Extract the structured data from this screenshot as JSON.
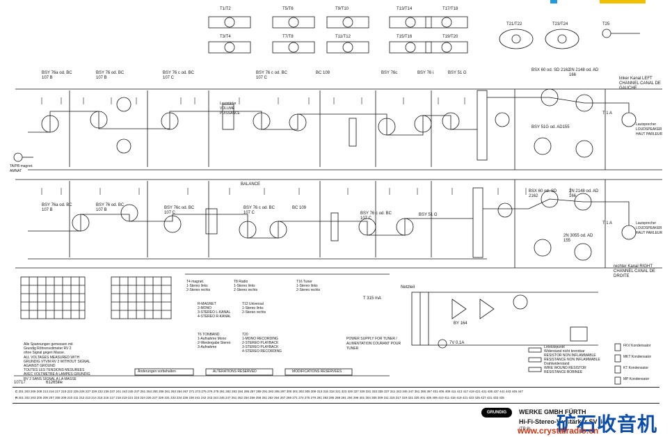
{
  "top_connectors": {
    "row1": [
      "T1/T2",
      "T5/T6",
      "T9/T10",
      "T13/T14",
      "T17/T18"
    ],
    "row2": [
      "T3/T4",
      "T7/T8",
      "T11/T12",
      "T15/T16",
      "T19/T20"
    ],
    "right": [
      "T21/T22",
      "T23/T24",
      "T25"
    ]
  },
  "transistor_labels": [
    "BSY 76a od. BC 107 B",
    "BSY 76 od. BC 107 B",
    "BSY 76 c od. BC 107 C",
    "BSY 76 c od. BC 107 C",
    "BC 109",
    "BSY 76c",
    "BSY 76 i",
    "BSY 51 G",
    "BSY 76a od. BC 107 B",
    "BSY 76 od. BC 107 B",
    "BSY 76c od. BC 107 C",
    "BSY 76 c od. BC 107 C",
    "BC 109",
    "BSY 76 c od. BC 107 C",
    "BSY 51 G"
  ],
  "output_stage": {
    "top_pair": "BSX 60 od. SD 2162",
    "top_npn": "2N 2148 od. AD 166",
    "mid": "BSY 51G od. AD155",
    "bot_pair": "BSX 60 od. SD 2162",
    "bot_npn": "2N 2148 od. AD 166",
    "bot_mid": "2N 3055 od. AD 155"
  },
  "channel_labels": {
    "left": "linker Kanal LEFT CHANNEL CANAL DE GAUCHE",
    "right": "rechter Kanal RIGHT CHANNEL CANAL DE DROITE",
    "speaker_left": "Lautsprecher LOUDSPEAKER HAUT PARLEUR",
    "speaker_right": "Lautsprecher LOUDSPEAKER HAUT PARLEUR",
    "fuse_left": "T 1 A",
    "fuse_right": "T 1 A"
  },
  "controls": {
    "volume": "Lautstärke VOLUME PUISSANCE",
    "balance": "BALANCE",
    "tape_input": "TA/PB magnet. AMNAT"
  },
  "function_table": {
    "magnet": [
      "T4 magnet.",
      "1-Stereo links",
      "2-Stereo rechts"
    ],
    "radio": [
      "T8 Radio",
      "1-Stereo links",
      "2-Stereo rechts"
    ],
    "universal": [
      "T12 Universal",
      "1-Stereo links",
      "2-Stereo rechts"
    ],
    "tuner": [
      "T16 Tuner",
      "1-Stereo links",
      "2-Stereo rechts"
    ],
    "pickup": [
      "R-MAGNET",
      "2-MONO",
      "3-STEREO L-KANAL",
      "4-STEREO R-KANAL"
    ],
    "tape": [
      "T6 TONBAND",
      "1-Aufnahme Mono",
      "2-Wiedergabe Stereo",
      "3-Aufnahme"
    ],
    "tuner_mono": [
      "T20",
      "1-MONO RECORDING",
      "2-STEREO PLAYBACK",
      "3-STEREO PLAYBACK",
      "4-STEREO RECORDING"
    ]
  },
  "table_headers": {
    "alterations": "ALTERATIONS RESERVED",
    "modifications": "MODIFICATIONS RESERVEES",
    "aenderungen": "Änderungen vorbehalten"
  },
  "power_supply": {
    "label": "POWER SUPPLY FOR TUNER / ALIMENTATION COURANT POUR TUNER",
    "transformer": "Netzteil",
    "bridge": "BY 164",
    "fuse": "T 315 mA",
    "lamp": "7V 0,1A"
  },
  "notes": [
    "Alle Spannungen gemessen mit",
    "Grundig Röhrenvoltmeter RV 2",
    "ohne Signal gegen Masse.",
    "ALL VOLTAGES MEASURED WITH",
    "GRUNDIG VTVM RV 2 WITHOUT SIGNAL",
    "AGAINST GROUND",
    "TOUTES LES TENSIONS MESUREES",
    "AVEC VOLTMETRE A LAMPES GRUNDIG",
    "RV 2 SANS SIGNAL A LA MASSE"
  ],
  "component_legend": [
    "Lötstützpunkt",
    "Widerstand nicht brennbar",
    "RESISTOR NON INFLAMMABLE",
    "RESISTANCE NON INFLAMMABLE",
    "Drahtwiderstand",
    "WIRE WOUND RESISTOR",
    "RESISTANCE BOBINEE",
    "FKV Kondensator",
    "MKT Kondensator",
    "KT Kondensator",
    "MP Kondensator"
  ],
  "reference_strip": {
    "row1_label": "C",
    "row1": "201 203 205 208 213 216 217 219 222 225 226 227 229 232 235 237 241 243 245 247 251 253 255 258 261 263 264 267 271 273 275 276 279 281 282 283 284 286 287 289 291 293 295 297 300 301 303 305 308 313 315 318 321 323 325 327 329 331 333 335 337 341 343 345 347 351 355 357 401 405 409 411 413 417 419 421 431 435 437 441 443 445 447",
    "row2_label": "R",
    "row2": "201 202 203 205 206 207 208 209 210 211 212 213 214 215 216 217 218 219 221 223 224 226 227 229 231 233 234 236 238 241 242 243 244 245 247 251 252 254 256 258 261 262 264 267 268 271 274 276 279 281 283 285 288 291 294 296 301 304 306 309 311 315 317 319 321 325 401 405 406 410 411 415 419 421 423 425 427 431 433 435",
    "left_numbers": "10717",
    "left_code": "61265ille"
  },
  "brand": {
    "logo": "GRUNDIG",
    "company": "WERKE GMBH FÜRTH",
    "product": "Hi-Fi-Stereo-Verstärker SV 40",
    "code": "(TP 8)"
  },
  "watermark": {
    "cn": "矿石收音机",
    "url": "www.crystalradio.cn"
  },
  "colors": {
    "ink": "#111111",
    "watermark_blue": "#0b4da8",
    "watermark_red": "#cc3311",
    "corner_blue": "#1e9cdc",
    "corner_yellow": "#f0c000"
  }
}
